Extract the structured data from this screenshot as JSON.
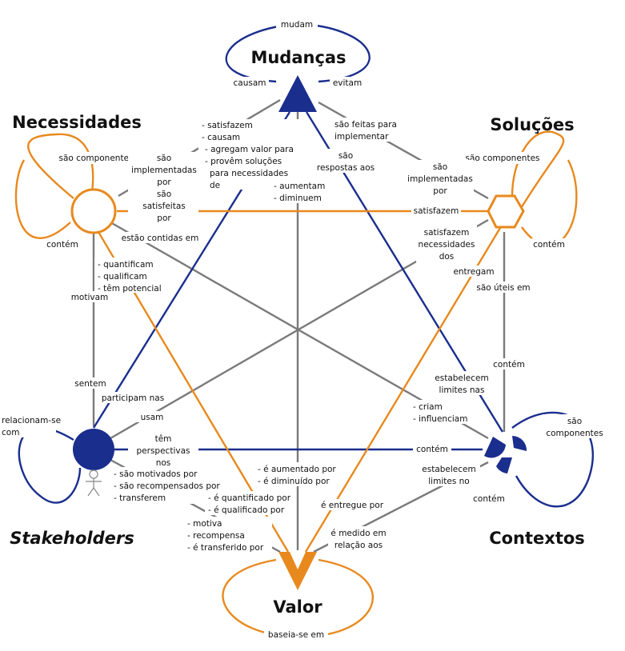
{
  "colors": {
    "blue": "#1a2e8e",
    "orange": "#e8891e",
    "gray": "#7a7a7a",
    "text": "#111111"
  },
  "nodes": {
    "mudancas": "Mudanças",
    "necessidades": "Necessidades",
    "solucoes": "Soluções",
    "stakeholders": "Stakeholders",
    "contextos": "Contextos",
    "valor": "Valor"
  },
  "icons": {
    "mudancas": "triangle-icon",
    "necessidades": "circle-outline-icon",
    "solucoes": "hexagon-icon",
    "stakeholders": "person-icon",
    "contextos": "pinwheel-icon",
    "valor": "triangle-down-icon"
  },
  "labels": {
    "mudam": "mudam",
    "causam": "causam",
    "evitam": "evitam",
    "nec_satisfazem": [
      "- satisfazem",
      "- causam",
      "- agregam valor para",
      "- provêm soluções",
      "para necessidades",
      "de"
    ],
    "aumentam": [
      "- aumentam",
      "- diminuem"
    ],
    "feitas_para": [
      "são feitas para",
      "implementar"
    ],
    "respostas_aos": [
      "são",
      "respostas aos"
    ],
    "nec_componentes": "são componentes",
    "nec_implementadas": [
      "são",
      "implementadas",
      "por",
      "são",
      "satisfeitas",
      "por"
    ],
    "nec_contidas": "estão contidas em",
    "nec_contem": "contém",
    "quantificam": [
      "- quantificam",
      "- qualificam",
      "- têm potencial"
    ],
    "motivam": "motivam",
    "sol_componentes": "são componentes",
    "sol_implementadas": [
      "são",
      "implementadas",
      "por"
    ],
    "sol_satisfazem": "satisfazem",
    "sol_contem": "contém",
    "sat_necessidades": [
      "satisfazem",
      "necessidades",
      "dos"
    ],
    "entregam": "entregam",
    "uteis_em": "são úteis em",
    "sol_ctx_contem": "contém",
    "estabelecem_nas": [
      "estabelecem",
      "limites nas"
    ],
    "sentem": "sentem",
    "participam": "participam nas",
    "usam": "usam",
    "relacionam": [
      "relacionam-se",
      "com"
    ],
    "perspectivas": [
      "têm",
      "perspectivas",
      "nos"
    ],
    "motivados": [
      "- são motivados por",
      "- são recompensados por",
      "- transferem"
    ],
    "criam": [
      "- criam",
      "- influenciam"
    ],
    "ctx_contem_line": "contém",
    "ctx_componentes": [
      "são",
      "componentes"
    ],
    "estabelecem_no": [
      "estabelecem",
      "limites no"
    ],
    "ctx_contem_loop": "contém",
    "aumentado": [
      "- é aumentado por",
      "- é diminuído por"
    ],
    "quantificado": [
      "- é quantificado por",
      "- é qualificado por"
    ],
    "motiva": [
      "- motiva",
      "- recompensa",
      "- é transferido por"
    ],
    "entregue": "é entregue por",
    "medido": [
      "é medido em",
      "relação aos"
    ],
    "baseia": "baseia-se em"
  }
}
